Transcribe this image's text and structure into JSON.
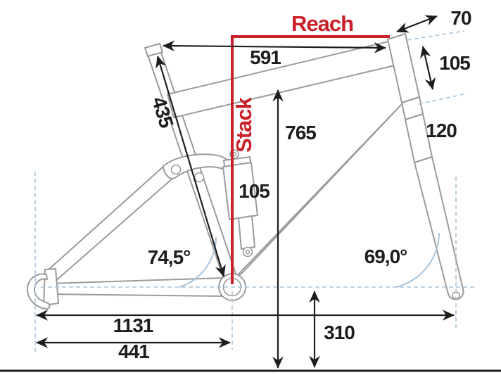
{
  "diagram": {
    "type": "bike-frame-geometry",
    "labels": {
      "reach": "Reach",
      "stack": "Stack"
    },
    "measurements": {
      "stem_length": "70",
      "head_tube_length": "105",
      "fork_travel": "120",
      "top_tube_length": "591",
      "standover_height": "765",
      "seat_tube_length": "435",
      "shock_length": "105",
      "seat_tube_angle": "74,5°",
      "head_tube_angle": "69,0°",
      "wheelbase": "1131",
      "chainstay_length": "441",
      "bb_height": "310"
    },
    "colors": {
      "accent_red": "#c9202a",
      "frame_gray": "#9b9b9b",
      "guide_blue": "#a9c4da",
      "ink": "#1d1d1b",
      "background": "#ffffff"
    }
  }
}
